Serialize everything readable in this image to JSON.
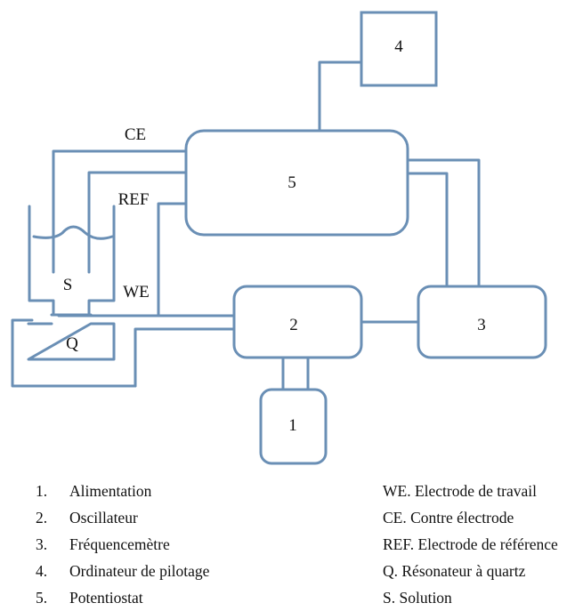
{
  "blocks": {
    "b1": "1",
    "b2": "2",
    "b3": "3",
    "b4": "4",
    "b5": "5"
  },
  "cell": {
    "s": "S",
    "q": "Q"
  },
  "electrodes": {
    "ce": "CE",
    "ref": "REF",
    "we": "WE"
  },
  "legend_left": [
    {
      "num": "1.",
      "text": "Alimentation"
    },
    {
      "num": "2.",
      "text": "Oscillateur"
    },
    {
      "num": "3.",
      "text": "Fréquencemètre"
    },
    {
      "num": "4.",
      "text": "Ordinateur de pilotage"
    },
    {
      "num": "5.",
      "text": "Potentiostat"
    }
  ],
  "legend_right": [
    {
      "text": "WE. Electrode de travail"
    },
    {
      "text": "CE. Contre électrode"
    },
    {
      "text": "REF. Electrode de référence"
    },
    {
      "text": "Q. Résonateur à quartz"
    },
    {
      "text": "S. Solution"
    }
  ]
}
